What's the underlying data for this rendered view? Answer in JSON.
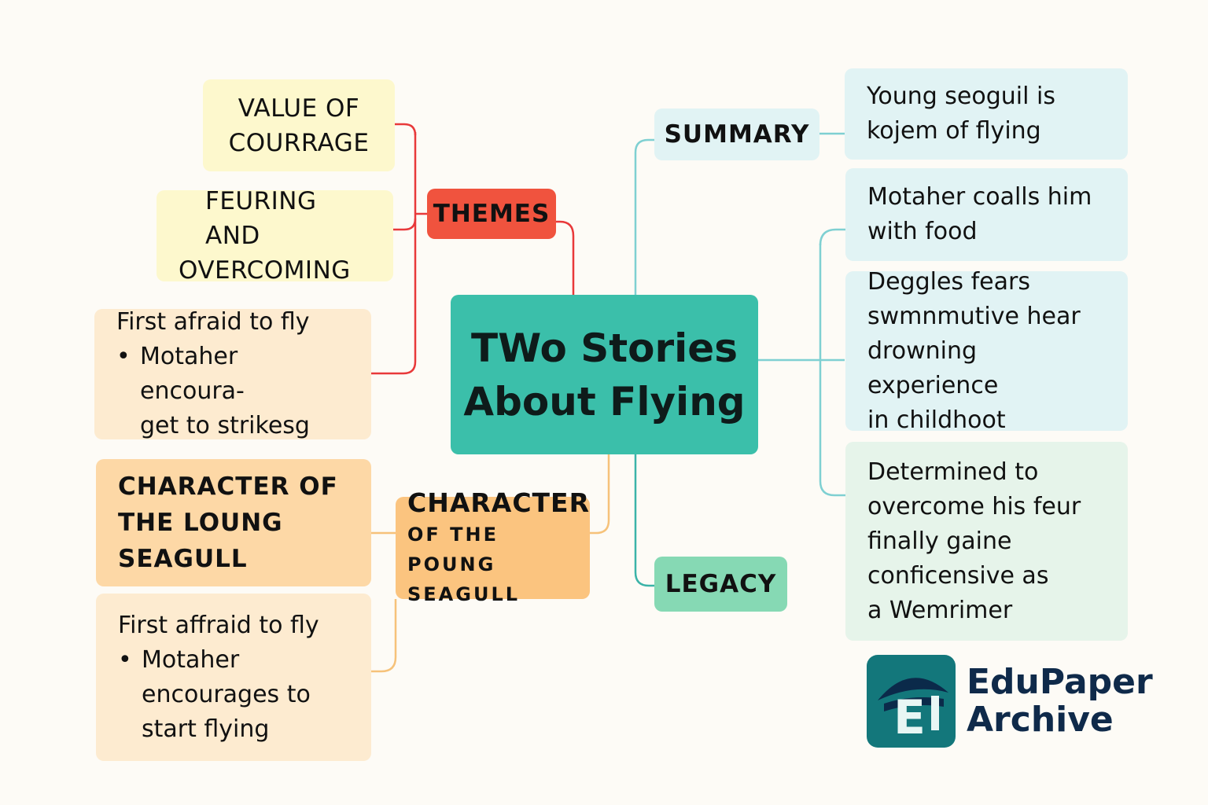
{
  "central": {
    "title_line1": "TWo Stories",
    "title_line2": "About Flying"
  },
  "branches": {
    "themes": "THEMES",
    "summary": "SUMMARY",
    "legacy": "LEGACY",
    "character_line1": "CHARACTER",
    "character_line2": "OF THE POUNG",
    "character_line3": "SEAGULL"
  },
  "themes_leaves": {
    "courage": [
      "VALUE OF",
      "COURRAGE"
    ],
    "fearing": [
      "FEURING AND",
      "OVERCOMING"
    ],
    "afraid": {
      "line1": "First afraid to fly",
      "bullet_line1": "Motaher encoura-",
      "bullet_line2": "get to strikesg"
    }
  },
  "character_leaves": {
    "title": [
      "CHARACTER OF",
      "THE LOUNG",
      "SEAGULL"
    ],
    "afraid": {
      "line1": "First affraid to fly",
      "bullet_line1": "Motaher",
      "bullet_line2": "encourages to",
      "bullet_line3": "start flying"
    }
  },
  "summary_leaves": {
    "young": [
      "Young seoguil is",
      "kojem of flying"
    ],
    "mother": [
      "Motaher coalls him",
      "with food"
    ],
    "deggles": [
      "Deggles fears",
      "swmnmutive hear",
      "drowning experience",
      "in childhoot"
    ],
    "determined": [
      "Determined to",
      "overcome his feur",
      "finally gaine",
      "conficensive as",
      "a Wemrimer"
    ]
  },
  "logo": {
    "letter": "E",
    "line1": "EduPaper",
    "line2": "Archive"
  },
  "colors": {
    "central": "#3bbfaa",
    "themes": "#f0533e",
    "summary": "#e1f3f4",
    "legacy": "#86d9b4",
    "character": "#fbc47f",
    "themes_line": "#e8393a",
    "summary_line": "#7fd0d2",
    "character_line": "#f6c27a",
    "legacy_line": "#3bb3a8",
    "logo": "#13777b"
  }
}
